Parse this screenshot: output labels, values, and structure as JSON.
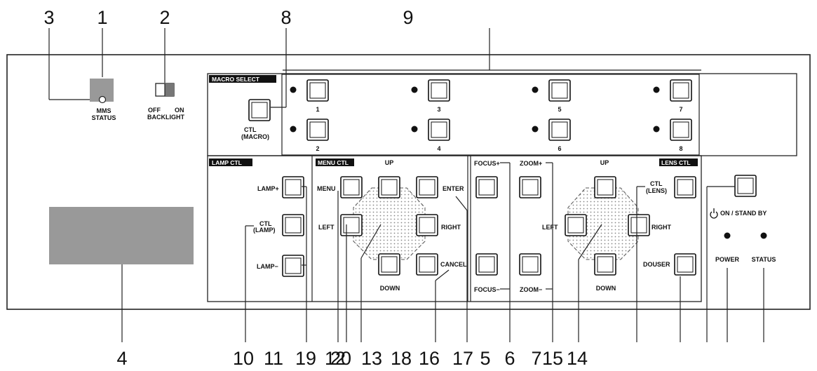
{
  "callouts_top": [
    "3",
    "1",
    "2",
    "8",
    "9"
  ],
  "callouts_bottom": [
    "4",
    "10",
    "11",
    "19",
    "12",
    "20",
    "13",
    "18",
    "16",
    "17",
    "5",
    "6",
    "7",
    "15",
    "14"
  ],
  "status_led_label": [
    "MMS",
    "STATUS"
  ],
  "backlight": {
    "off": "OFF",
    "on": "ON",
    "label": "BACKLIGHT"
  },
  "macro": {
    "title": "MACRO SELECT",
    "ctl_label": [
      "CTL",
      "(MACRO)"
    ],
    "buttons": [
      "1",
      "2",
      "3",
      "4",
      "5",
      "6",
      "7",
      "8"
    ]
  },
  "lamp": {
    "title": "LAMP CTL",
    "plus": "LAMP+",
    "ctl": [
      "CTL",
      "(LAMP)"
    ],
    "minus": "LAMP−"
  },
  "menu": {
    "title": "MENU CTL",
    "up": "UP",
    "menu": "MENU",
    "enter": "ENTER",
    "left": "LEFT",
    "right": "RIGHT",
    "cancel": "CANCEL",
    "down": "DOWN"
  },
  "focus_zoom": {
    "focus_plus": "FOCUS+",
    "focus_minus": "FOCUS−",
    "zoom_plus": "ZOOM+",
    "zoom_minus": "ZOOM−"
  },
  "lens": {
    "title": "LENS CTL",
    "up": "UP",
    "ctl": [
      "CTL",
      "(LENS)"
    ],
    "left": "LEFT",
    "right": "RIGHT",
    "douser": "DOUSER",
    "down": "DOWN"
  },
  "power": {
    "on_standby": "ON / STAND BY",
    "power": "POWER",
    "status": "STATUS"
  }
}
